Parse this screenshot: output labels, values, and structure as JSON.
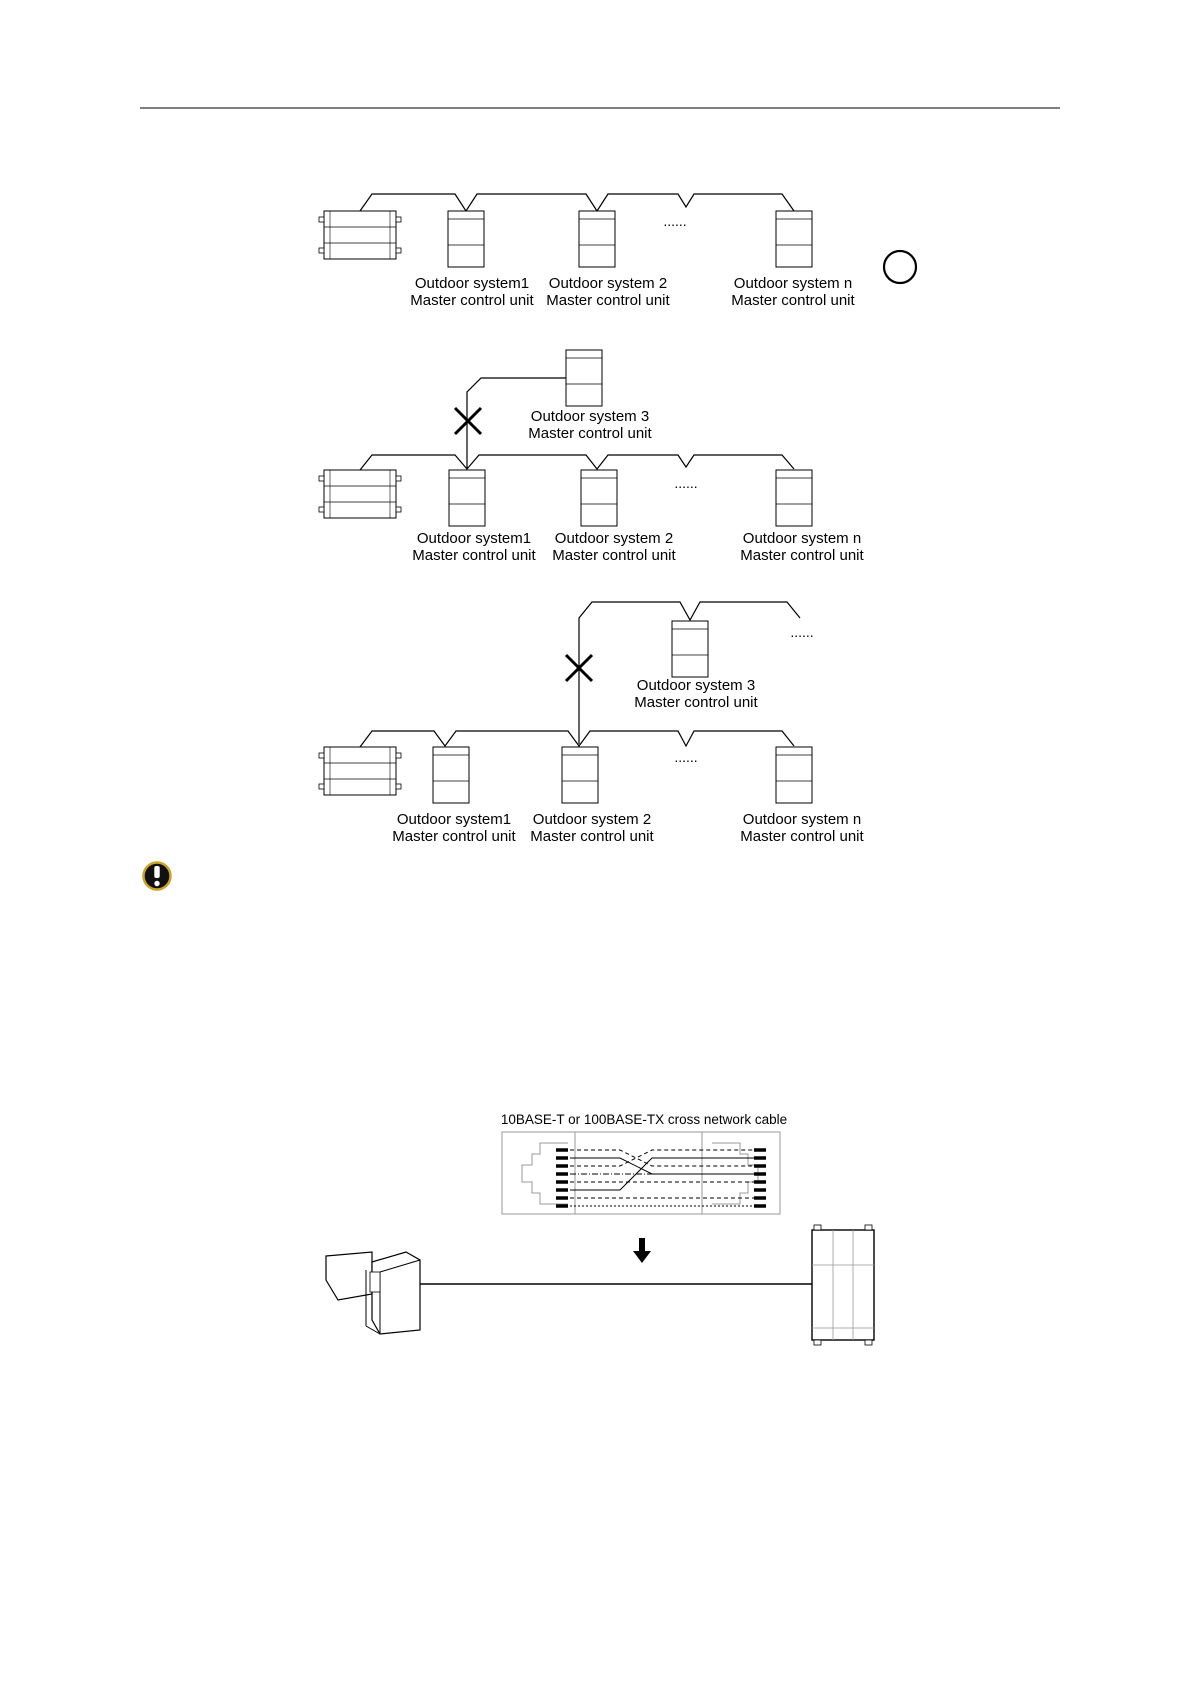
{
  "diagram1": {
    "ellipsis": "......",
    "units": [
      {
        "line1": "Outdoor system1",
        "line2": "Master control unit"
      },
      {
        "line1": "Outdoor system 2",
        "line2": "Master control unit"
      },
      {
        "line1": "Outdoor system  n",
        "line2": "Master control unit"
      }
    ],
    "status_icon": "correct-circle-icon"
  },
  "diagram2": {
    "ellipsis": "......",
    "upper_unit": {
      "line1": "Outdoor system 3",
      "line2": "Master control unit"
    },
    "units": [
      {
        "line1": "Outdoor system1",
        "line2": "Master control unit"
      },
      {
        "line1": "Outdoor system 2",
        "line2": "Master control unit"
      },
      {
        "line1": "Outdoor system  n",
        "line2": "Master control unit"
      }
    ],
    "status_icon": "wrong-cross-icon"
  },
  "diagram3": {
    "ellipsis_top": "......",
    "ellipsis": "......",
    "upper_unit": {
      "line1": "Outdoor system 3",
      "line2": "Master control unit"
    },
    "units": [
      {
        "line1": "Outdoor system1",
        "line2": "Master control unit"
      },
      {
        "line1": "Outdoor system 2",
        "line2": "Master control unit"
      },
      {
        "line1": "Outdoor system  n",
        "line2": "Master control unit"
      }
    ],
    "status_icon": "wrong-cross-icon"
  },
  "notice_icon": "exclamation-warning-icon",
  "cable_diagram": {
    "caption": "10BASE-T or 100BASE-TX cross network cable",
    "arrow_icon": "down-arrow-icon"
  }
}
